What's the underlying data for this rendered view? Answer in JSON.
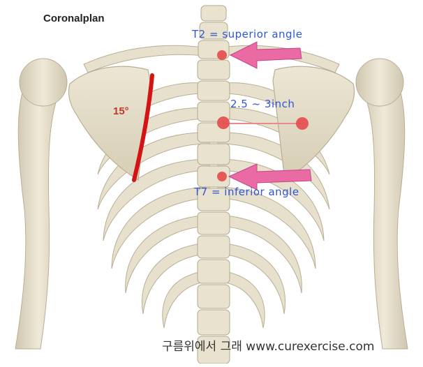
{
  "image": {
    "plane_label": "Coronalplan",
    "annotations": {
      "superior": "T2 = superior angle",
      "distance": "2.5 ~ 3inch",
      "inferior": "T7 = inferior angle",
      "tilt_angle": "15°"
    },
    "watermark": "구름위에서 그래 www.curexercise.com",
    "colors": {
      "annotation_text": "#2f56d6",
      "arrow_fill": "#ea6aa3",
      "marker_dot": "#e64b4b",
      "scapula_edge_line": "#d41414",
      "bone": "#e7e0cc",
      "bone_shadow": "#b9ae94"
    }
  }
}
